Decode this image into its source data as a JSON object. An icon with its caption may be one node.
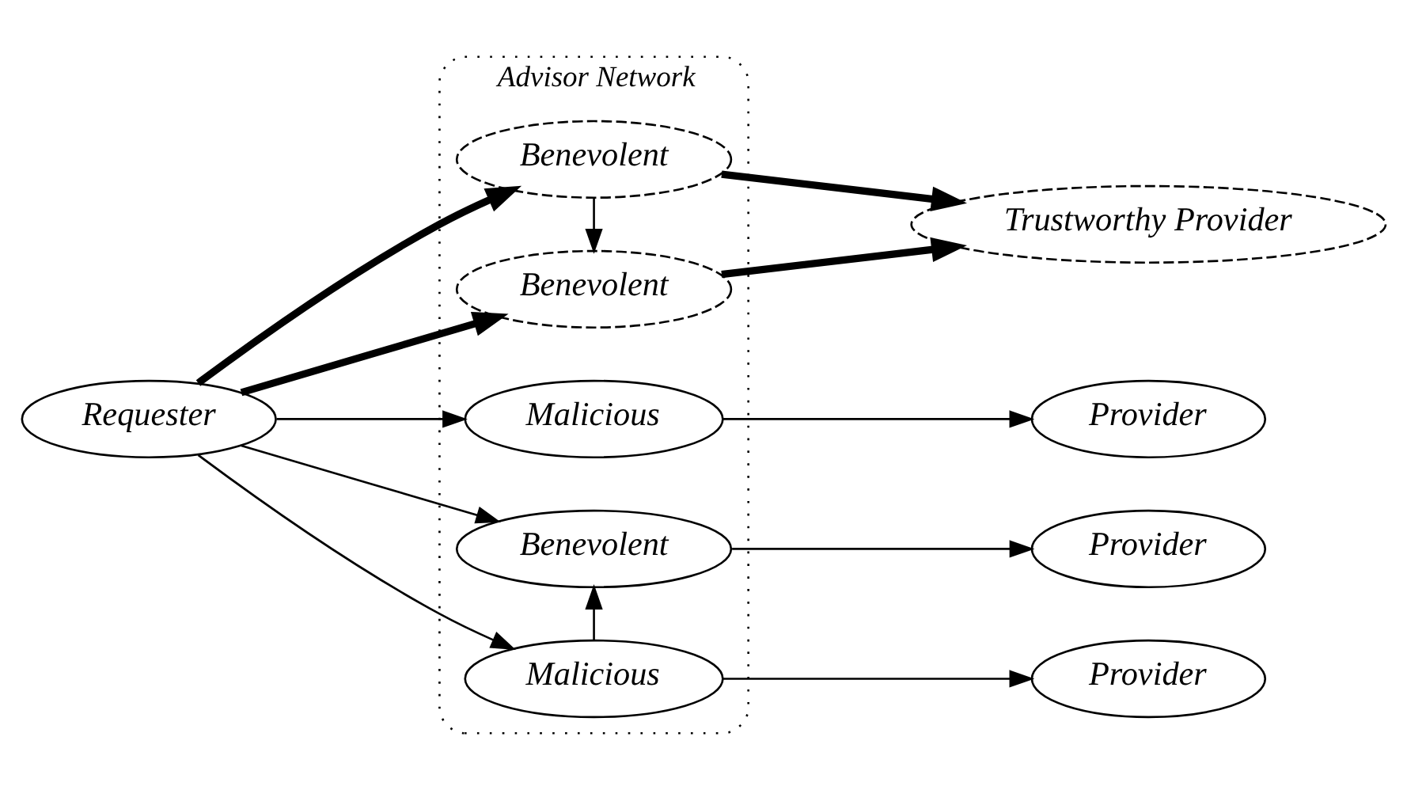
{
  "diagram": {
    "nodes": [
      {
        "text": [
          "Advisor Network"
        ]
      },
      {
        "text": [
          "Requester"
        ]
      },
      {
        "text": [
          "Benevolent"
        ],
        "in": 0
      },
      {
        "text": [
          "Benevolent"
        ],
        "in": 0
      },
      {
        "text": [
          "Malicious"
        ],
        "in": 0
      },
      {
        "text": [
          "Benevolent"
        ],
        "in": 0
      },
      {
        "text": [
          "Malicious"
        ],
        "in": 0
      },
      {
        "text": [
          "Trustworthy Provider"
        ]
      },
      {
        "text": [
          "Provider"
        ]
      },
      {
        "text": [
          "Provider"
        ]
      },
      {
        "text": [
          "Provider"
        ]
      }
    ],
    "edges": [
      {
        "from": 1,
        "to": 2,
        "arrow": "to",
        "style": "thick"
      },
      {
        "from": 1,
        "to": 3,
        "arrow": "to",
        "style": "thick"
      },
      {
        "from": 1,
        "to": 4,
        "arrow": "to"
      },
      {
        "from": 1,
        "to": 5,
        "arrow": "to"
      },
      {
        "from": 1,
        "to": 6,
        "arrow": "to"
      },
      {
        "from": 2,
        "to": 3,
        "arrow": "to"
      },
      {
        "from": 2,
        "to": 7,
        "arrow": "to",
        "style": "thick"
      },
      {
        "from": 3,
        "to": 7,
        "arrow": "to",
        "style": "thick"
      },
      {
        "from": 4,
        "to": 8,
        "arrow": "to"
      },
      {
        "from": 5,
        "to": 9,
        "arrow": "to"
      },
      {
        "from": 6,
        "to": 10,
        "arrow": "to"
      },
      {
        "from": 6,
        "to": 5,
        "arrow": "to"
      }
    ]
  }
}
